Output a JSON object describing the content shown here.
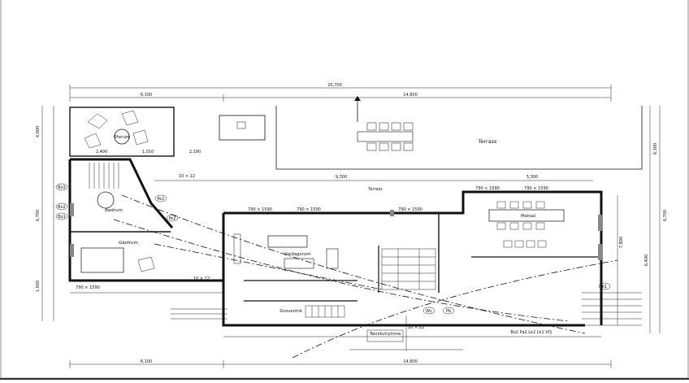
{
  "dimensions": {
    "overall_top": "20,700",
    "left_top": "6,100",
    "right_top": "14,600",
    "left_bottom": "6,100",
    "right_bottom": "14,600",
    "mid_left": "9,300",
    "mid_right": "5,300",
    "d2400": "2,400",
    "d1010": "1,010",
    "d2190": "2,190",
    "left_4000": "4,000",
    "left_6700": "6,700",
    "right_6300": "6,300",
    "right_6700": "6,700",
    "right_7800": "7,800",
    "right_6400": "6,400",
    "left_1000": "1,000"
  },
  "rooms": {
    "terrace": "Terrass",
    "terrace2": "Terrass",
    "uterum": "Uterum",
    "badrum": "Badrum",
    "gastrum": "Gästrum",
    "vardagsrum": "Vardagsrum",
    "groventre": "Groventré",
    "matsal": "Matsal",
    "teknikutrymme": "Teknikutrymme"
  },
  "labels": {
    "window1": "790 × 1590",
    "window2": "790 × 1590",
    "window3": "790 × 1590",
    "window4": "790 × 1590",
    "window5": "790 × 1590",
    "window6": "790 × 1590",
    "door1": "10 × 22",
    "door2": "10 × 22",
    "door3": "10 × 22",
    "tag1": "Bo3",
    "tag2": "Bo2",
    "tag3": "Bo1",
    "tag4": "Pe1",
    "tag5": "Pe2",
    "tag6": "Wc",
    "tag7": "K1",
    "tag8": "Pb",
    "bottom_tag": "Bo2 Pa2 Lk2 Lk1 Vf1"
  },
  "colors": {
    "ink": "#111111",
    "hatch": "#888888",
    "paper": "#ffffff"
  }
}
